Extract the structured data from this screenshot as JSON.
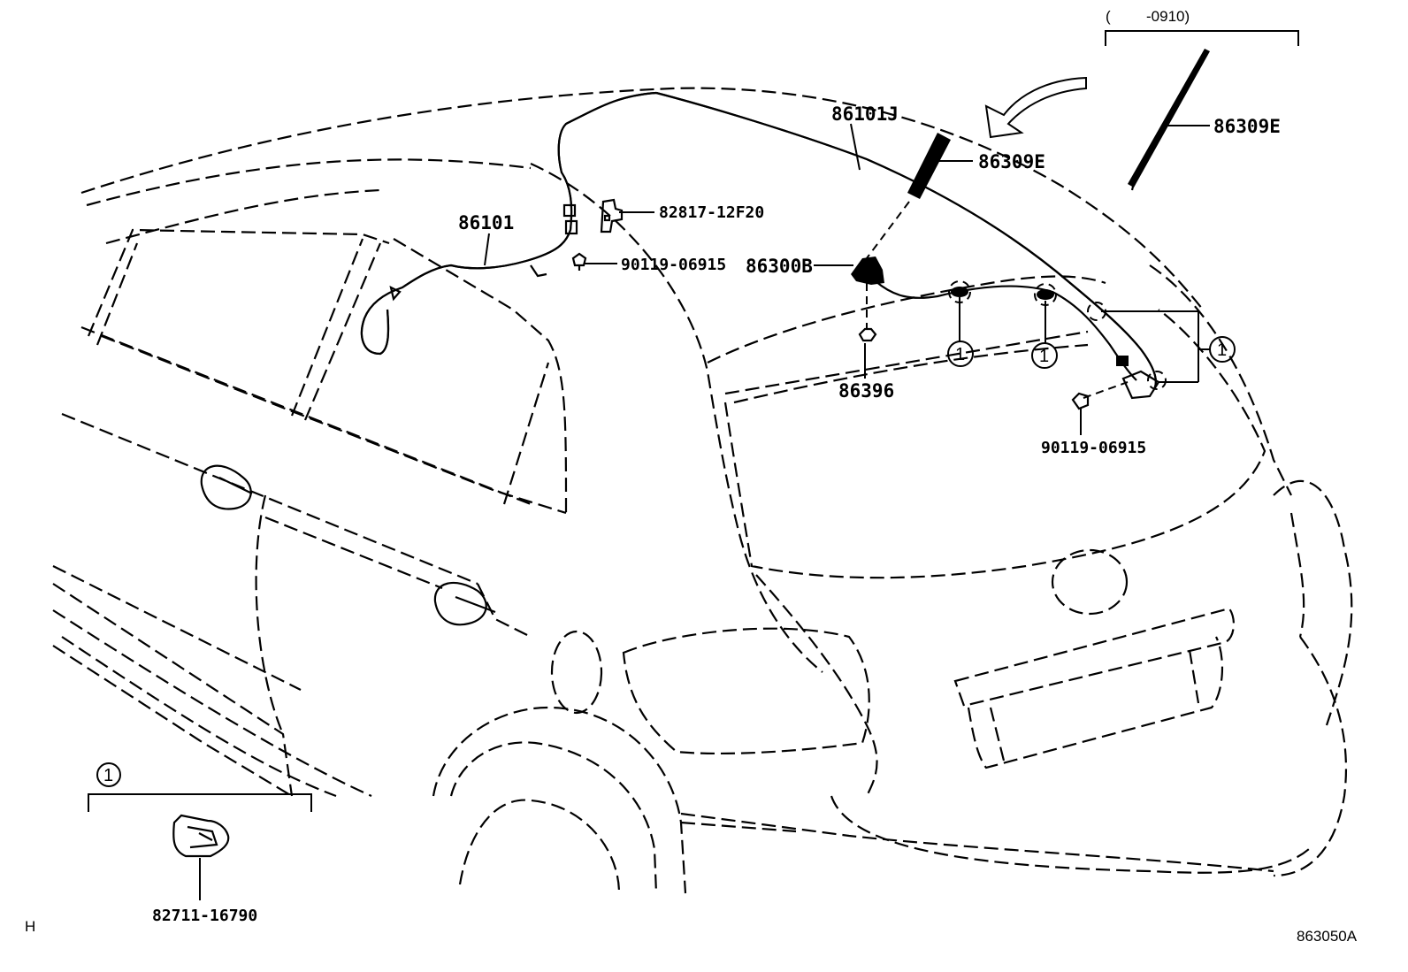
{
  "applicability": {
    "open_paren": "(",
    "range": "-0910)"
  },
  "parts": {
    "antenna_cord_86101J": "86101J",
    "antenna_rod_center": "86309E",
    "antenna_rod_right": "86309E",
    "antenna_cord_86101": "86101",
    "bracket_82817": "82817-12F20",
    "screw_upper": "90119-06915",
    "antenna_base_86300B": "86300B",
    "cushion_86396": "86396",
    "screw_lower": "90119-06915",
    "clamp_82711": "82711-16790"
  },
  "callouts": {
    "circle_1_a": "1",
    "circle_1_b": "1",
    "circle_1_c": "1",
    "circle_1_legend": "1"
  },
  "footer": {
    "left_code": "H",
    "diagram_id": "863050A"
  }
}
